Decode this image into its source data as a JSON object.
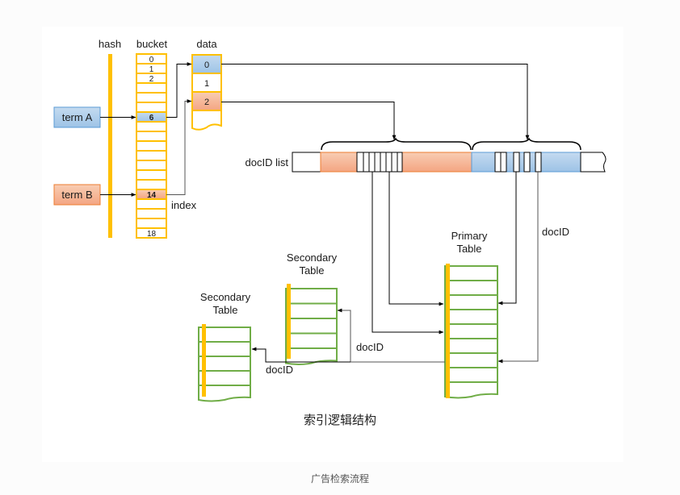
{
  "labels": {
    "hash": "hash",
    "bucket": "bucket",
    "data": "data",
    "index": "index",
    "docid_list": "docID list",
    "primary_table": [
      "Primary",
      "Table"
    ],
    "secondary_table_1": [
      "Secondary",
      "Table"
    ],
    "secondary_table_2": [
      "Secondary",
      "Table"
    ],
    "docid_right": "docID",
    "docid_mid": "docID",
    "docid_left": "docID"
  },
  "terms": [
    {
      "label": "term A",
      "color": "blue"
    },
    {
      "label": "term B",
      "color": "salmon"
    }
  ],
  "bucket": {
    "rows": 19,
    "labels": {
      "0": "0",
      "1": "1",
      "2": "2",
      "6": "6",
      "14": "14",
      "18": "18"
    },
    "highlight": {
      "6": "blue",
      "14": "salmon"
    },
    "bold": [
      "6",
      "14"
    ]
  },
  "data_cells": [
    {
      "label": "0",
      "color": "blue"
    },
    {
      "label": "1",
      "color": "white"
    },
    {
      "label": "2",
      "color": "salmon"
    },
    {
      "label": "",
      "color": "white"
    }
  ],
  "colors": {
    "yellow": "#FFC000",
    "green": "#70AD47",
    "blue_fill_top": "#BDD7EE",
    "blue_fill_bottom": "#9DC3E6",
    "blue_border": "#5B9BD5",
    "salmon_fill_top": "#F8CBAD",
    "salmon_fill_bottom": "#F4A582",
    "salmon_border": "#ED7D31",
    "line": "#000000"
  },
  "captions": {
    "figure": "索引逻辑结构",
    "page": "广告检索流程"
  }
}
